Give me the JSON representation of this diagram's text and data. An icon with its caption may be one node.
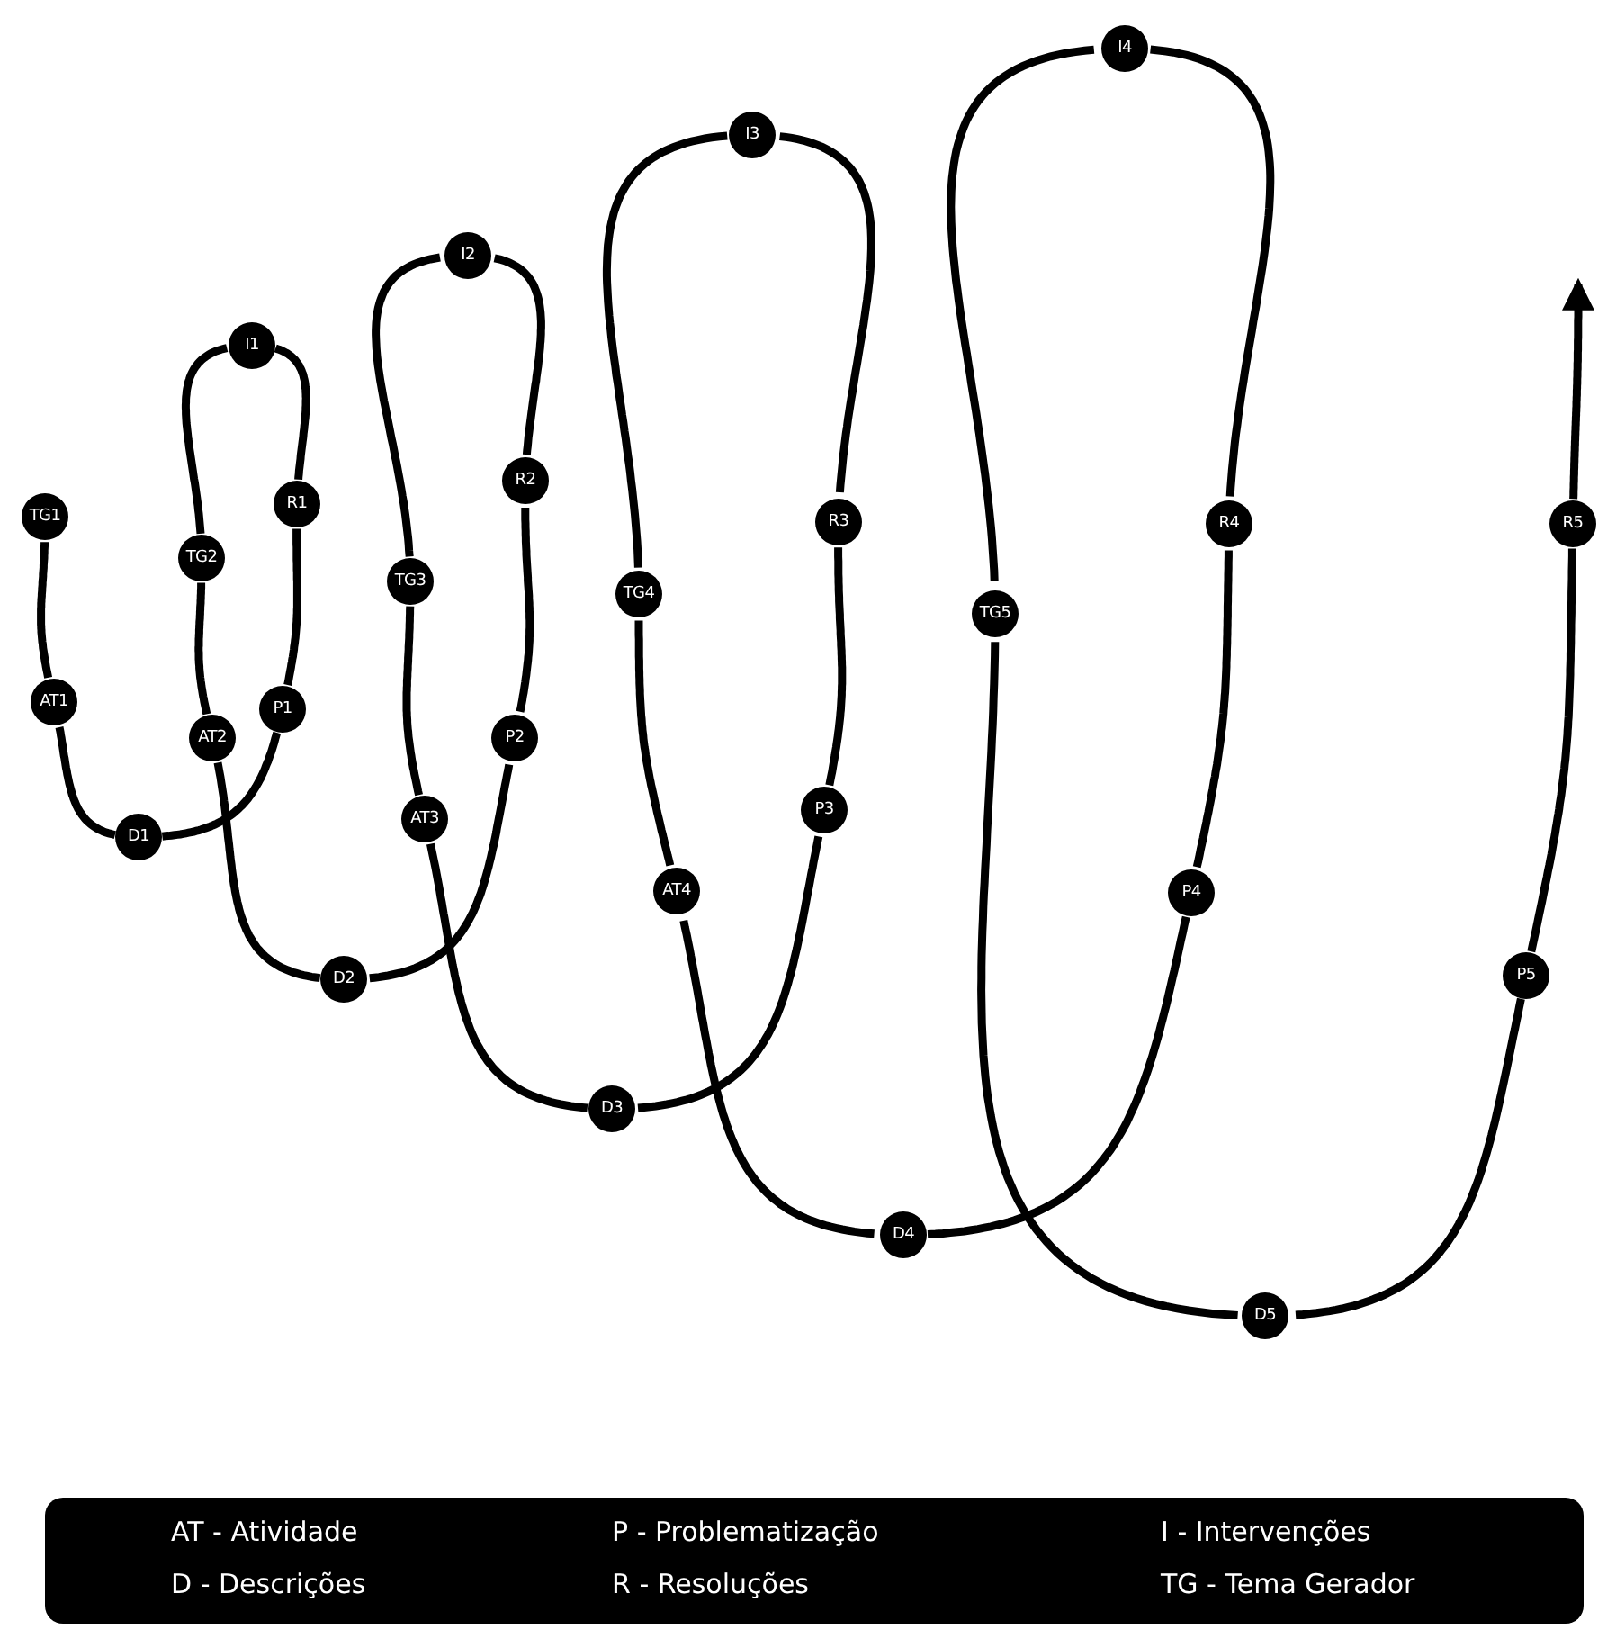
{
  "diagram": {
    "nodes": [
      {
        "text": [
          "TG1"
        ]
      },
      {
        "text": [
          "AT1"
        ]
      },
      {
        "text": [
          "D1"
        ]
      },
      {
        "text": [
          "P1"
        ]
      },
      {
        "text": [
          "R1"
        ]
      },
      {
        "text": [
          "I1"
        ]
      },
      {
        "text": [
          "TG2"
        ]
      },
      {
        "text": [
          "AT2"
        ]
      },
      {
        "text": [
          "D2"
        ]
      },
      {
        "text": [
          "P2"
        ]
      },
      {
        "text": [
          "R2"
        ]
      },
      {
        "text": [
          "I2"
        ]
      },
      {
        "text": [
          "TG3"
        ]
      },
      {
        "text": [
          "AT3"
        ]
      },
      {
        "text": [
          "D3"
        ]
      },
      {
        "text": [
          "P3"
        ]
      },
      {
        "text": [
          "R3"
        ]
      },
      {
        "text": [
          "I3"
        ]
      },
      {
        "text": [
          "TG4"
        ]
      },
      {
        "text": [
          "AT4"
        ]
      },
      {
        "text": [
          "D4"
        ]
      },
      {
        "text": [
          "P4"
        ]
      },
      {
        "text": [
          "R4"
        ]
      },
      {
        "text": [
          "I4"
        ]
      },
      {
        "text": [
          "TG5"
        ]
      },
      {
        "text": [
          "D5"
        ]
      },
      {
        "text": [
          "P5"
        ]
      },
      {
        "text": [
          "R5"
        ]
      }
    ],
    "edges": [
      {
        "from": 0,
        "to": 1,
        "arrow": "none"
      },
      {
        "from": 1,
        "to": 2,
        "arrow": "none"
      },
      {
        "from": 2,
        "to": 3,
        "arrow": "none"
      },
      {
        "from": 3,
        "to": 4,
        "arrow": "none"
      },
      {
        "from": 4,
        "to": 5,
        "arrow": "none"
      },
      {
        "from": 5,
        "to": 6,
        "arrow": "none"
      },
      {
        "from": 6,
        "to": 7,
        "arrow": "none"
      },
      {
        "from": 7,
        "to": 8,
        "arrow": "none"
      },
      {
        "from": 8,
        "to": 9,
        "arrow": "none"
      },
      {
        "from": 9,
        "to": 10,
        "arrow": "none"
      },
      {
        "from": 10,
        "to": 11,
        "arrow": "none"
      },
      {
        "from": 11,
        "to": 12,
        "arrow": "none"
      },
      {
        "from": 12,
        "to": 13,
        "arrow": "none"
      },
      {
        "from": 13,
        "to": 14,
        "arrow": "none"
      },
      {
        "from": 14,
        "to": 15,
        "arrow": "none"
      },
      {
        "from": 15,
        "to": 16,
        "arrow": "none"
      },
      {
        "from": 16,
        "to": 17,
        "arrow": "none"
      },
      {
        "from": 17,
        "to": 18,
        "arrow": "none"
      },
      {
        "from": 18,
        "to": 19,
        "arrow": "none"
      },
      {
        "from": 19,
        "to": 20,
        "arrow": "none"
      },
      {
        "from": 20,
        "to": 21,
        "arrow": "none"
      },
      {
        "from": 21,
        "to": 22,
        "arrow": "none"
      },
      {
        "from": 22,
        "to": 23,
        "arrow": "none"
      },
      {
        "from": 23,
        "to": 24,
        "arrow": "none"
      },
      {
        "from": 24,
        "to": 25,
        "arrow": "none"
      },
      {
        "from": 25,
        "to": 26,
        "arrow": "none"
      },
      {
        "from": 26,
        "to": 27,
        "arrow": "none"
      },
      {
        "from": 27,
        "to": null,
        "arrow": "to"
      }
    ],
    "labels": [
      "AT - Atividade",
      "P - Problematização",
      "I - Intervenções",
      "D - Descrições",
      "R - Resoluções",
      "TG - Tema Gerador"
    ]
  }
}
